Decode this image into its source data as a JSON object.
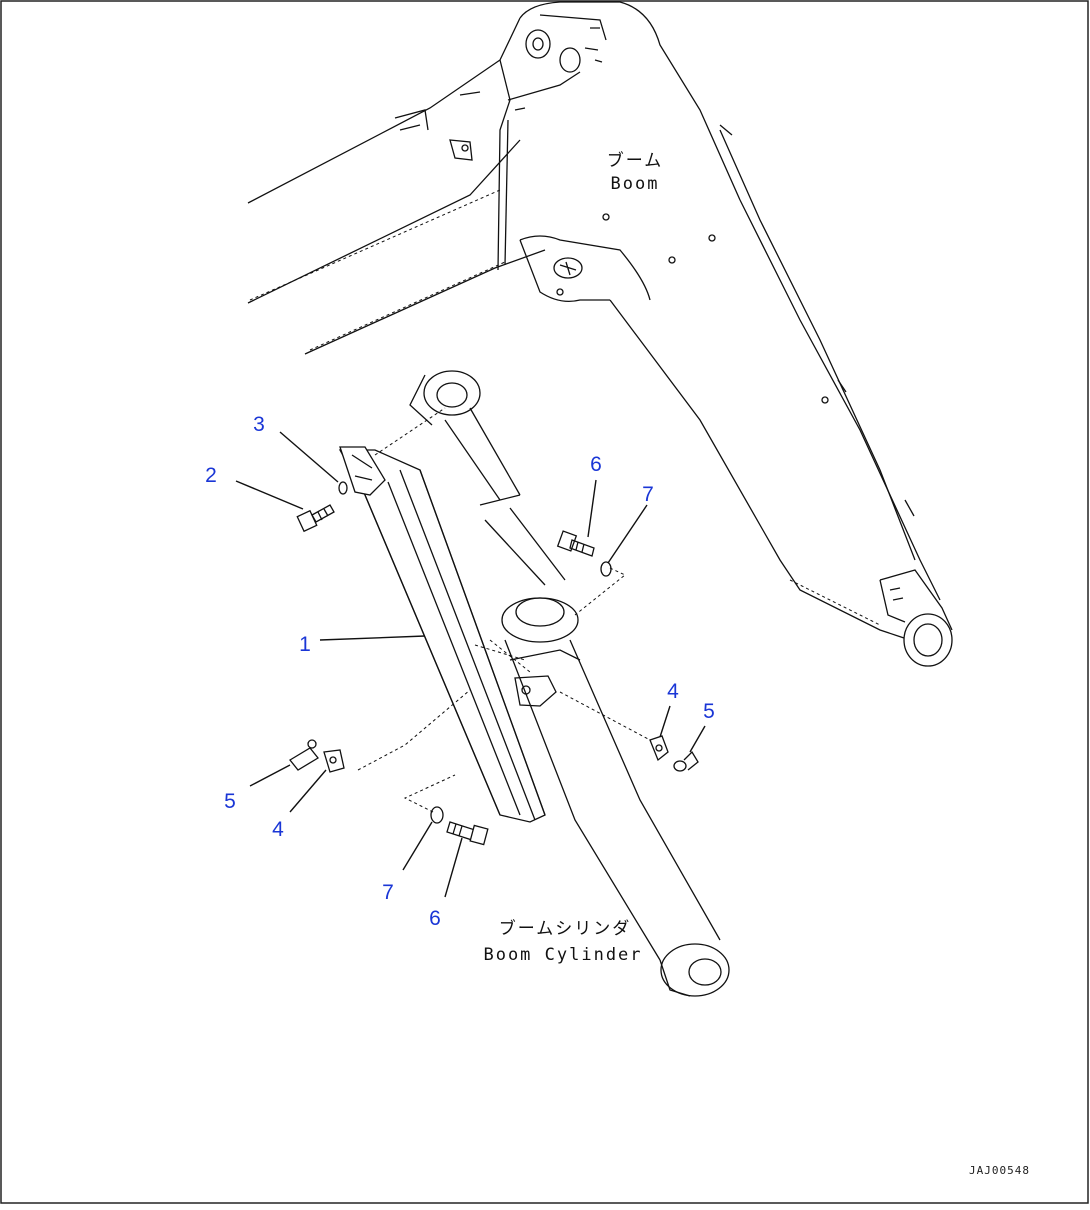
{
  "labels": {
    "boom_jp": "ブーム",
    "boom_en": "Boom",
    "cyl_jp": "ブームシリンダ",
    "cyl_en": "Boom Cylinder",
    "drawing_code": "JAJ00548"
  },
  "callouts": [
    {
      "id": "c1",
      "text": "1"
    },
    {
      "id": "c2",
      "text": "2"
    },
    {
      "id": "c3",
      "text": "3"
    },
    {
      "id": "c4a",
      "text": "4"
    },
    {
      "id": "c4b",
      "text": "4"
    },
    {
      "id": "c5a",
      "text": "5"
    },
    {
      "id": "c5b",
      "text": "5"
    },
    {
      "id": "c6a",
      "text": "6"
    },
    {
      "id": "c6b",
      "text": "6"
    },
    {
      "id": "c7a",
      "text": "7"
    },
    {
      "id": "c7b",
      "text": "7"
    }
  ],
  "colors": {
    "callout": "#1a36d6",
    "line": "#111111",
    "frame": "#222222"
  }
}
